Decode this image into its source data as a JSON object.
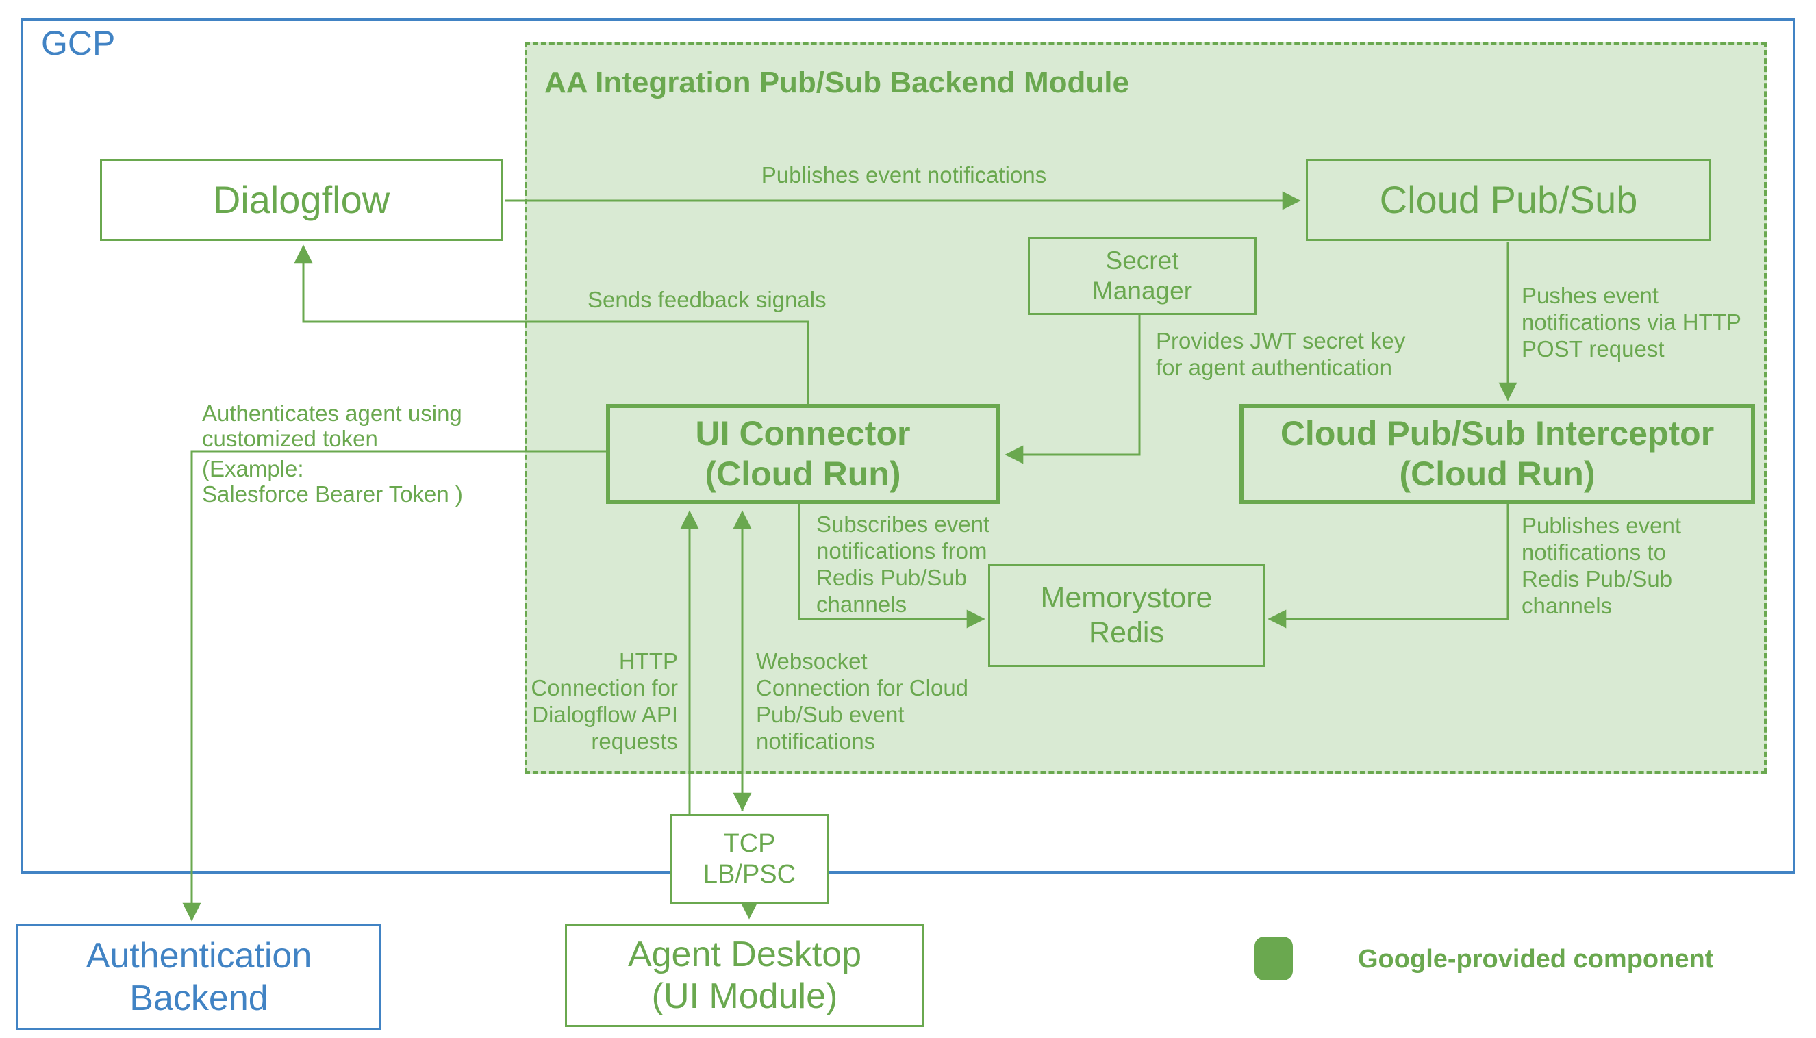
{
  "colors": {
    "green": "#6AA84F",
    "green_fill": "#D9EAD3",
    "blue": "#4183C4"
  },
  "gcp": {
    "label": "GCP"
  },
  "module": {
    "title": "AA Integration Pub/Sub Backend Module"
  },
  "nodes": {
    "dialogflow": {
      "label": "Dialogflow"
    },
    "cloud_pubsub": {
      "label": "Cloud Pub/Sub"
    },
    "secret_manager": {
      "label": "Secret\nManager"
    },
    "ui_connector": {
      "label": "UI Connector\n(Cloud Run)"
    },
    "interceptor": {
      "label": "Cloud Pub/Sub Interceptor\n(Cloud Run)"
    },
    "memorystore": {
      "label": "Memorystore\nRedis"
    },
    "tcp_lb": {
      "label": "TCP\nLB/PSC"
    },
    "auth_backend": {
      "label": "Authentication\nBackend"
    },
    "agent_desktop": {
      "label": "Agent Desktop\n(UI Module)"
    }
  },
  "edges": {
    "publishes_event": {
      "label": "Publishes event notifications"
    },
    "pushes_http_post": {
      "label": "Pushes event\nnotifications via HTTP\nPOST request"
    },
    "provides_jwt": {
      "label": "Provides JWT secret key\nfor agent authentication"
    },
    "sends_feedback": {
      "label": "Sends feedback signals"
    },
    "authenticates": {
      "label": "Authenticates agent using\ncustomized token"
    },
    "authenticates_example": {
      "label": "(Example:\nSalesforce Bearer Token )"
    },
    "subscribes_redis": {
      "label": "Subscribes event\nnotifications from\nRedis Pub/Sub\nchannels"
    },
    "publishes_redis": {
      "label": "Publishes event\nnotifications to\nRedis Pub/Sub\nchannels"
    },
    "http_connection": {
      "label": "HTTP\nConnection for\nDialogflow API\nrequests"
    },
    "websocket_connection": {
      "label": "Websocket\nConnection for Cloud\nPub/Sub event\nnotifications"
    }
  },
  "legend": {
    "label": "Google-provided component"
  }
}
